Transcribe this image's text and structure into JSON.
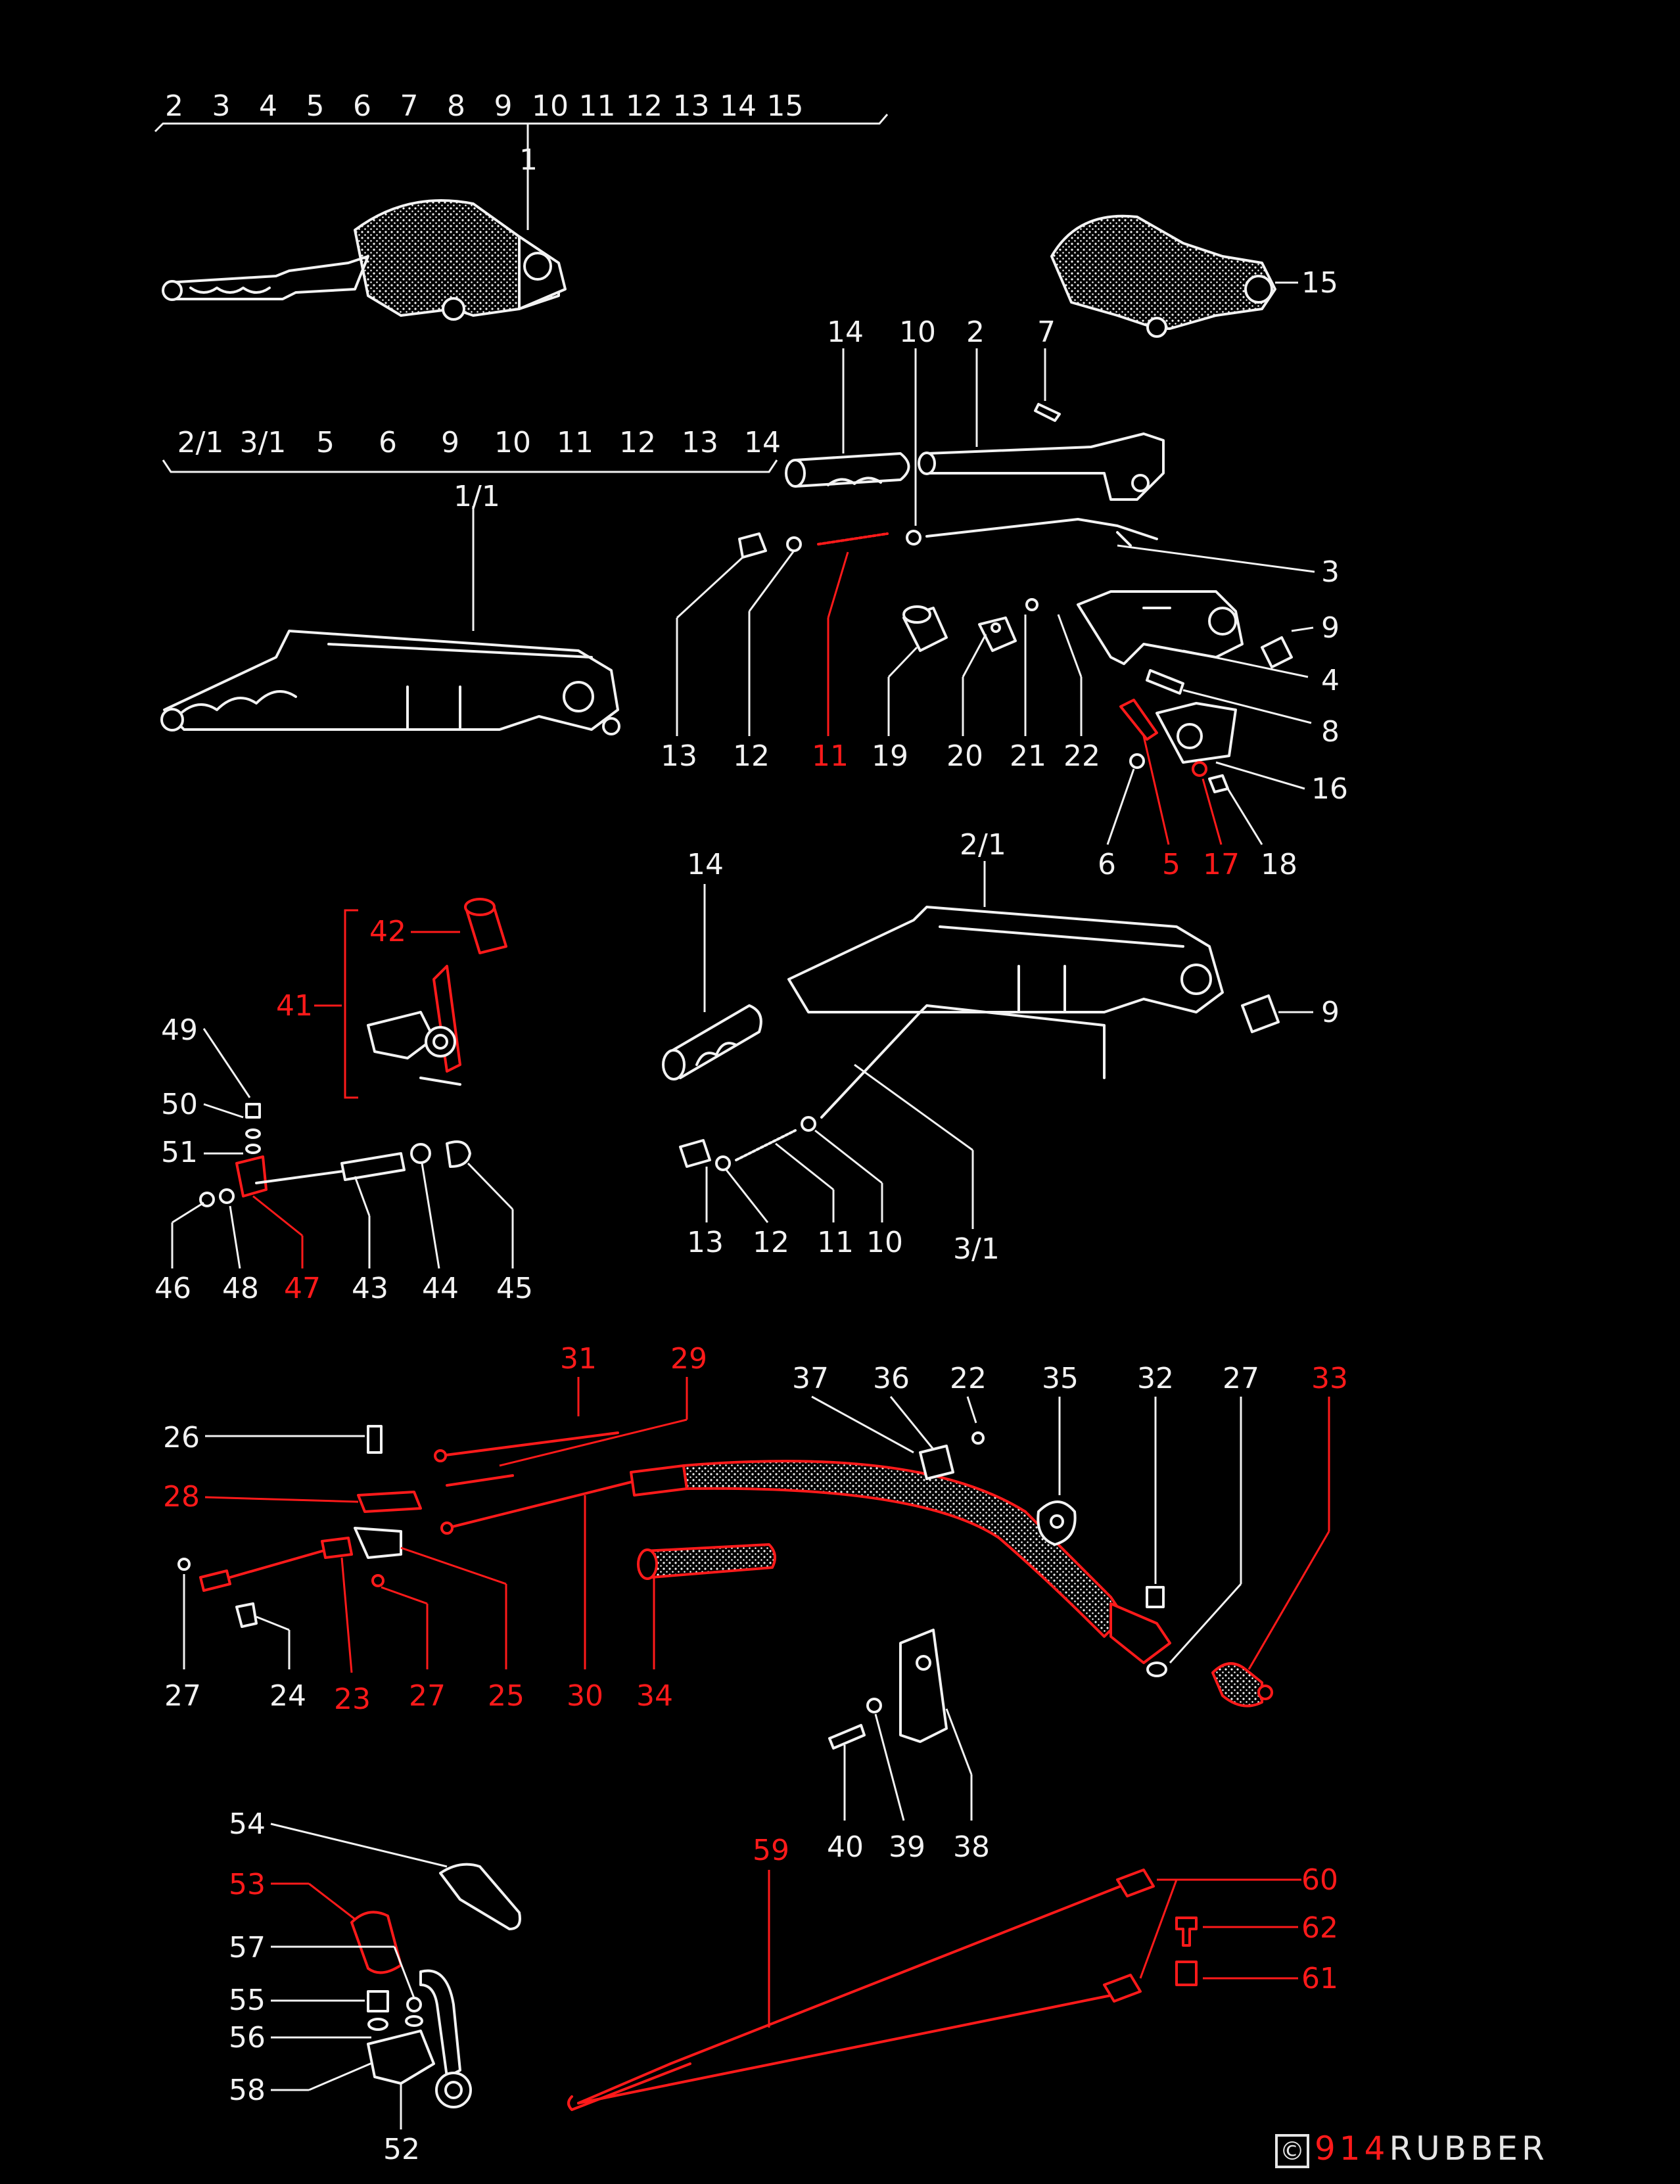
{
  "brand": {
    "copyright": "©",
    "number": "914",
    "name": "RUBBER"
  },
  "colors": {
    "background": "#000000",
    "standard": "#f2f2f2",
    "highlight": "#ff1a1a"
  },
  "groups": {
    "top": [
      "2",
      "3",
      "4",
      "5",
      "6",
      "7",
      "8",
      "9",
      "10",
      "11",
      "12",
      "13",
      "14",
      "15"
    ],
    "mid": [
      "2/1",
      "3/1",
      "5",
      "6",
      "9",
      "10",
      "11",
      "12",
      "13",
      "14"
    ]
  },
  "labels": {
    "l1": "1",
    "l15": "15",
    "l11": "1/1",
    "a14": "14",
    "a10": "10",
    "a2": "2",
    "a7": "7",
    "a3": "3",
    "a9": "9",
    "a4": "4",
    "a8": "8",
    "a13": "13",
    "a12": "12",
    "a11": "11",
    "a19": "19",
    "a20": "20",
    "a21": "21",
    "a22": "22",
    "a16": "16",
    "a6": "6",
    "a5": "5",
    "a17": "17",
    "a18": "18",
    "b14": "14",
    "b21": "2/1",
    "b9": "9",
    "b13": "13",
    "b12": "12",
    "b11": "11",
    "b10": "10",
    "b31": "3/1",
    "c42": "42",
    "c41": "41",
    "c49": "49",
    "c50": "50",
    "c51": "51",
    "c46": "46",
    "c48": "48",
    "c47": "47",
    "c43": "43",
    "c44": "44",
    "c45": "45",
    "d31": "31",
    "d29": "29",
    "d37": "37",
    "d36": "36",
    "d22": "22",
    "d35": "35",
    "d32": "32",
    "d27a": "27",
    "d33": "33",
    "d26": "26",
    "d28": "28",
    "d27b": "27",
    "d24": "24",
    "d23": "23",
    "d27c": "27",
    "d25": "25",
    "d30": "30",
    "d34": "34",
    "e40": "40",
    "e39": "39",
    "e38": "38",
    "e59": "59",
    "e60": "60",
    "e62": "62",
    "e61": "61",
    "f54": "54",
    "f53": "53",
    "f57": "57",
    "f55": "55",
    "f56": "56",
    "f58": "58",
    "f52": "52"
  }
}
